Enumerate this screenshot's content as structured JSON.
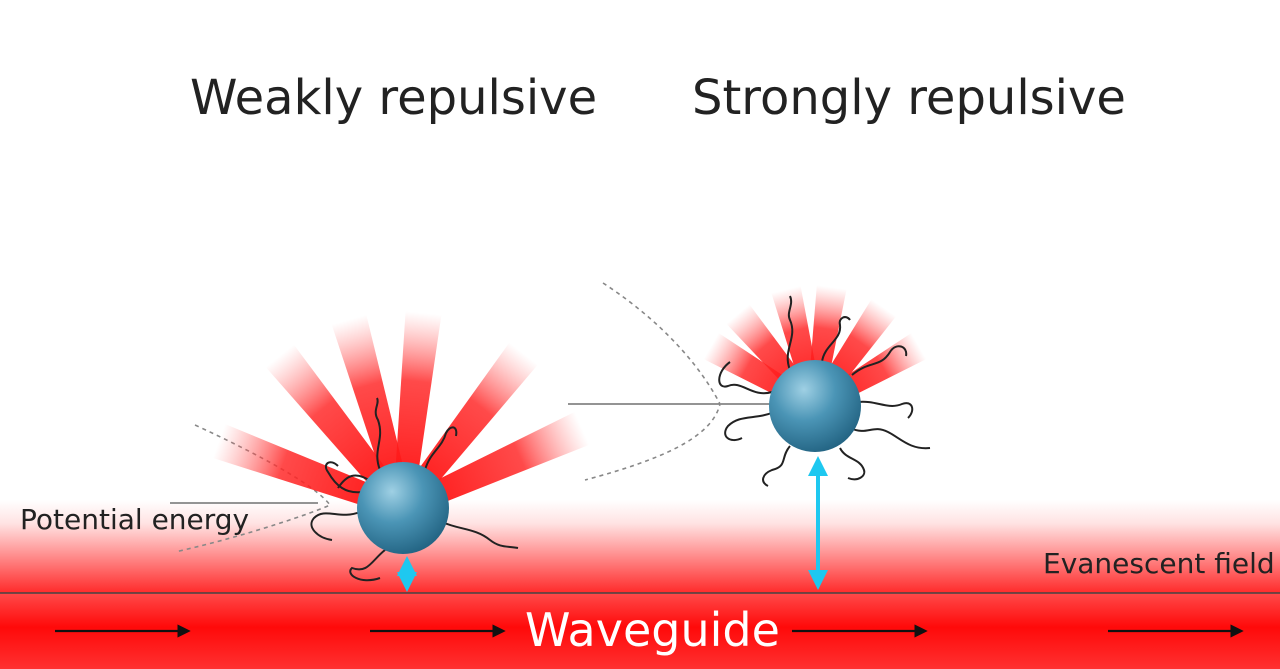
{
  "titles": {
    "weak": "Weakly repulsive",
    "strong": "Strongly repulsive"
  },
  "labels": {
    "potential_energy": "Potential energy",
    "evanescent_field": "Evanescent field",
    "waveguide": "Waveguide"
  },
  "colors": {
    "ray_red": "#ff1a1a",
    "field_red": "#ff2a2a",
    "waveguide_red": "#ff0a0a",
    "particle": "#3a86a8",
    "distance_arrow": "#1ec8f0",
    "text": "#222222"
  },
  "icons": {
    "particle": "sphere",
    "distance": "double-headed-arrow",
    "propagation": "right-arrow"
  }
}
